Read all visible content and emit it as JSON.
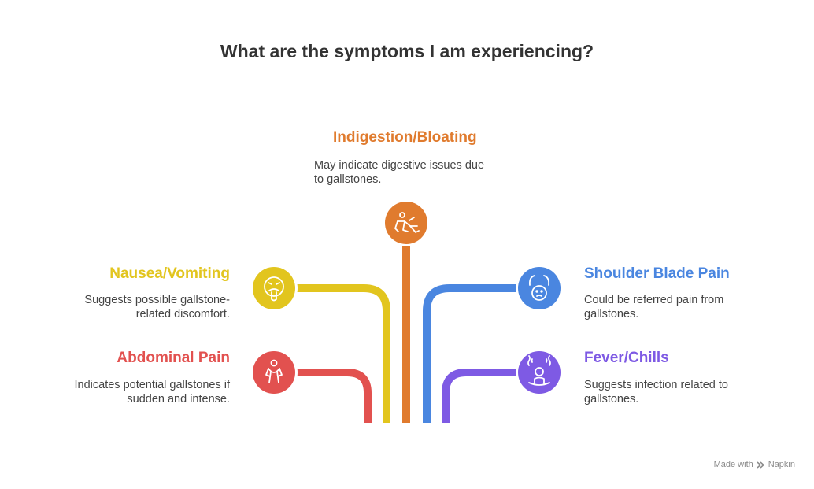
{
  "title": "What are the symptoms I am experiencing?",
  "items": {
    "indigestion": {
      "title": "Indigestion/Bloating",
      "desc_line1": "May indicate digestive issues due",
      "desc_line2": "to gallstones.",
      "color": "#E07B2E",
      "icon": "crawling-person-icon"
    },
    "nausea": {
      "title": "Nausea/Vomiting",
      "desc_line1": "Suggests possible gallstone-",
      "desc_line2": "related discomfort.",
      "color": "#E2C51E",
      "icon": "nauseous-face-icon"
    },
    "abdominal": {
      "title": "Abdominal Pain",
      "desc_line1": "Indicates potential gallstones if",
      "desc_line2": "sudden and intense.",
      "color": "#E2514F",
      "icon": "person-holding-stomach-icon"
    },
    "shoulder": {
      "title": "Shoulder Blade Pain",
      "desc_line1": "Could be referred pain from",
      "desc_line2": "gallstones.",
      "color": "#4A86E0",
      "icon": "head-pain-icon"
    },
    "fever": {
      "title": "Fever/Chills",
      "desc_line1": "Suggests infection related to",
      "desc_line2": "gallstones.",
      "color": "#7E5AE4",
      "icon": "fever-person-icon"
    }
  },
  "footer": {
    "made_with": "Made with",
    "brand": "Napkin"
  }
}
